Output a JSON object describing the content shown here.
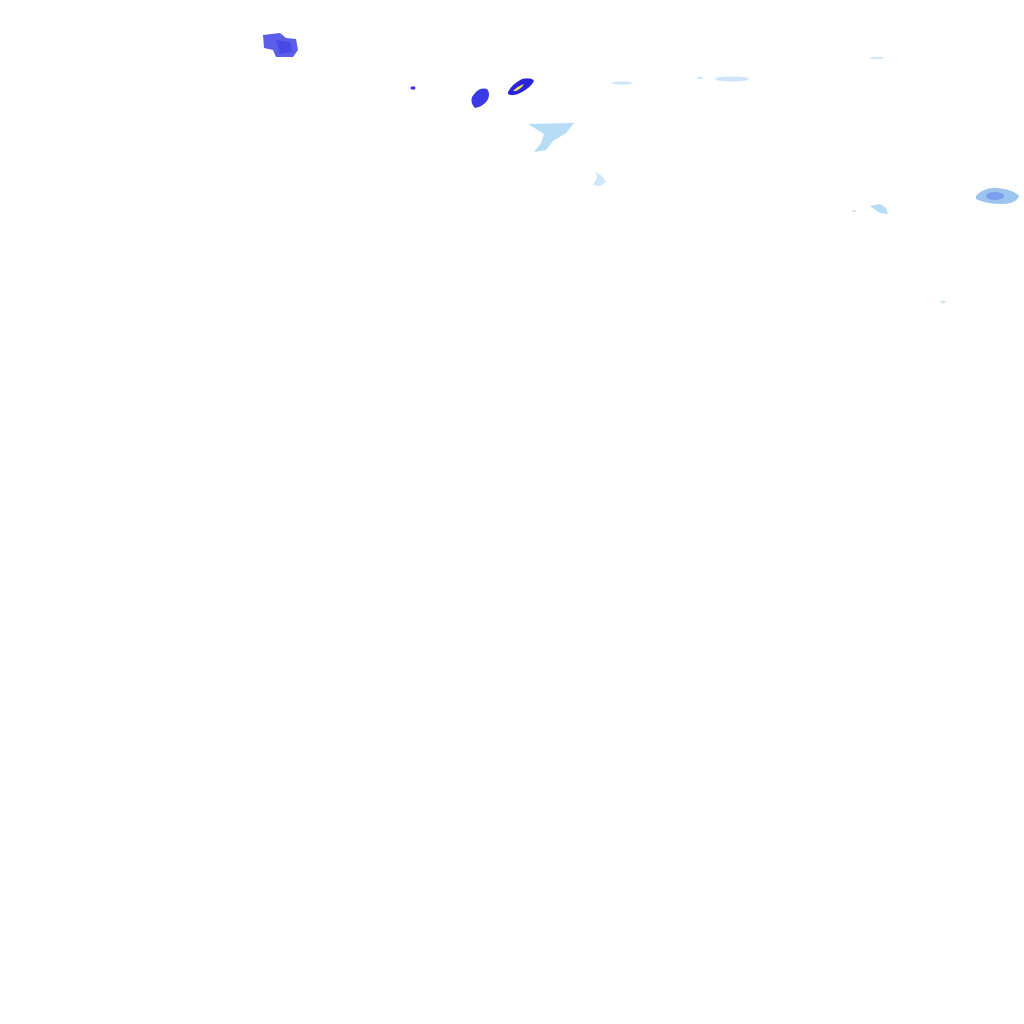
{
  "map": {
    "layer": "precipitation-overlay",
    "background_color": "#ffffff",
    "intensity_palette": {
      "very_light": "#cfe6fa",
      "light": "#b7dcf6",
      "light_moderate": "#9cc4ef",
      "moderate": "#6f8ff0",
      "moderate_heavy": "#5a5ee8",
      "heavy": "#3a3ae6",
      "heavy_core": "#2b25d8",
      "peak_highlight": "#f4e75a"
    },
    "cells": [
      {
        "id": "cell-a",
        "intensity": "moderate_heavy"
      },
      {
        "id": "cell-b",
        "intensity": "heavy"
      },
      {
        "id": "cell-c",
        "intensity": "heavy_core"
      },
      {
        "id": "cell-d",
        "intensity": "light"
      },
      {
        "id": "cell-e",
        "intensity": "very_light"
      },
      {
        "id": "cell-f",
        "intensity": "light_moderate"
      },
      {
        "id": "cell-g",
        "intensity": "light"
      }
    ]
  }
}
